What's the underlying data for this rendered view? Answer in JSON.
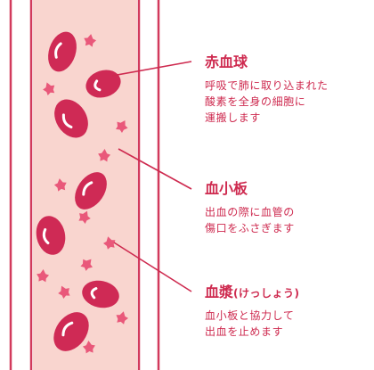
{
  "colors": {
    "accent": "#ce2a4f",
    "vessel_fill": "#f9d5cf",
    "vessel_wall": "#d23a5c",
    "red_cell": "#cf2a55",
    "platelet": "#e9587a"
  },
  "labels": [
    {
      "id": "red-blood-cell",
      "title": "赤血球",
      "title_sub": "",
      "desc": [
        "呼吸で肺に取り込まれた",
        "酸素を全身の細胞に",
        "運搬します"
      ]
    },
    {
      "id": "platelet",
      "title": "血小板",
      "title_sub": "",
      "desc": [
        "出血の際に血管の",
        "傷口をふさぎます"
      ]
    },
    {
      "id": "plasma",
      "title": "血漿",
      "title_sub": "(けっしょう)",
      "desc": [
        "血小板と協力して",
        "出血を止めます"
      ]
    }
  ]
}
